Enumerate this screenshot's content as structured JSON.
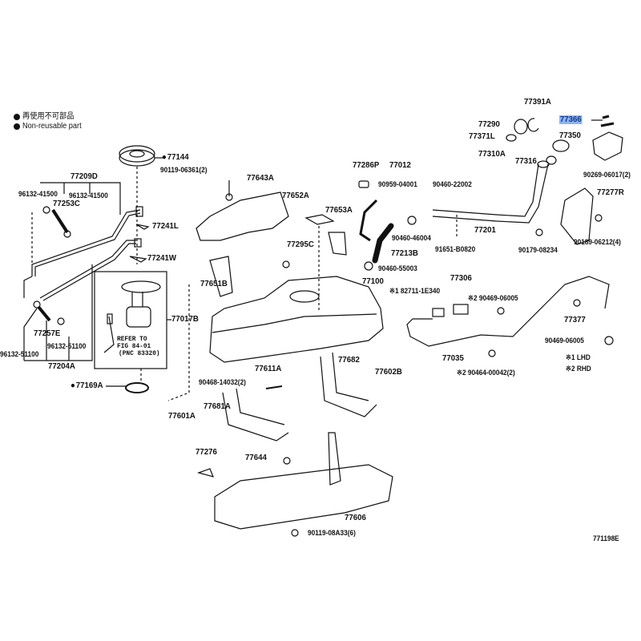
{
  "legend": {
    "japanese": "再使用不可部品",
    "english": "Non-reusable part"
  },
  "diagram_id": "771198E",
  "notes": {
    "lhd": "※1 LHD",
    "rhd": "※2 RHD"
  },
  "refer": {
    "line1": "REFER TO",
    "line2": "FIG 84-01",
    "line3": "(PNC 83320)"
  },
  "parts": {
    "p77144": "77144",
    "p77209D": "77209D",
    "p96132_41500_a": "96132-41500",
    "p96132_41500_b": "96132-41500",
    "p77253C": "77253C",
    "p77241L": "77241L",
    "p77241W": "77241W",
    "p77017B": "77017B",
    "p77257E": "77257E",
    "p96132_51100_a": "96132-51100",
    "p96132_51100_b": "96132-51100",
    "p77204A": "77204A",
    "p77169A": "77169A",
    "p90119_06361": "90119-06361(2)",
    "p77643A": "77643A",
    "p77286P": "77286P",
    "p77012": "77012",
    "p90959_04001": "90959-04001",
    "p90460_22002": "90460-22002",
    "p77652A": "77652A",
    "p77653A": "77653A",
    "p77201": "77201",
    "p90460_46004": "90460-46004",
    "p77213B": "77213B",
    "p91651_B0820": "91651-B0820",
    "p90179_08234": "90179-08234",
    "p77295C": "77295C",
    "p90460_55003": "90460-55003",
    "p77651B": "77651B",
    "p77100": "77100",
    "p82711_1E340": "※1 82711-1E340",
    "p77306": "77306",
    "p90469_06005_a": "※2 90469-06005",
    "p77377": "77377",
    "p90469_06005_b": "90469-06005",
    "p77035": "77035",
    "p90464_00042": "※2 90464-00042(2)",
    "p77682": "77682",
    "p77602B": "77602B",
    "p77611A": "77611A",
    "p90468_14032": "90468-14032(2)",
    "p77681A": "77681A",
    "p77601A": "77601A",
    "p77276": "77276",
    "p77644": "77644",
    "p77606": "77606",
    "p90119_08A33": "90119-08A33(6)",
    "p77391A": "77391A",
    "p77366": "77366",
    "p77290": "77290",
    "p77371L": "77371L",
    "p77350": "77350",
    "p77310A": "77310A",
    "p77316": "77316",
    "p90269_06017": "90269-06017(2)",
    "p77277R": "77277R",
    "p90189_06212": "90189-06212(4)"
  },
  "colors": {
    "highlight": "#8fb4ec",
    "line": "#111111"
  }
}
